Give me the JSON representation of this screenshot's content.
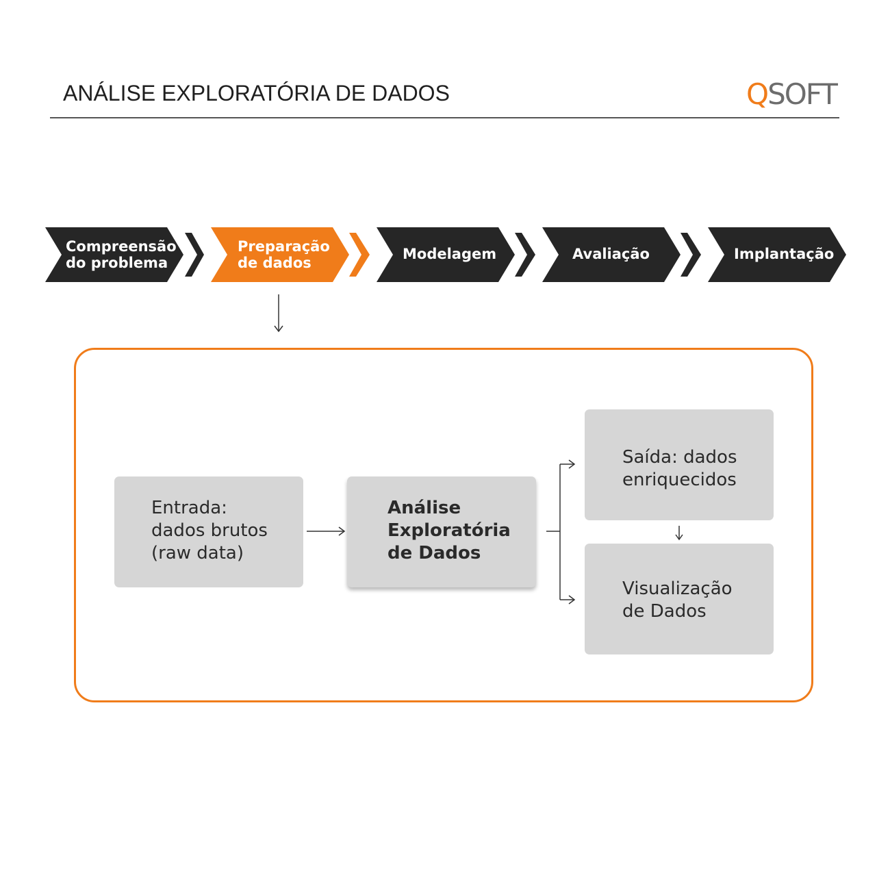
{
  "header": {
    "title": "ANÁLISE EXPLORATÓRIA DE DADOS",
    "logo": {
      "q": "Q",
      "rest": "SOFT"
    }
  },
  "colors": {
    "accent": "#f07c1a",
    "step_dark": "#262626",
    "box_bg": "#d6d6d6"
  },
  "process": {
    "steps": [
      {
        "label": "Compreensão\ndo problema",
        "active": false
      },
      {
        "label": "Preparação\nde dados",
        "active": true
      },
      {
        "label": "Modelagem",
        "active": false
      },
      {
        "label": "Avaliação",
        "active": false
      },
      {
        "label": "Implantação",
        "active": false
      }
    ]
  },
  "detail": {
    "input": "Entrada:\ndados brutos\n(raw data)",
    "center": "Análise\nExploratória\nde Dados",
    "output": "Saída: dados\nenriquecidos",
    "visualization": "Visualização\nde Dados"
  }
}
